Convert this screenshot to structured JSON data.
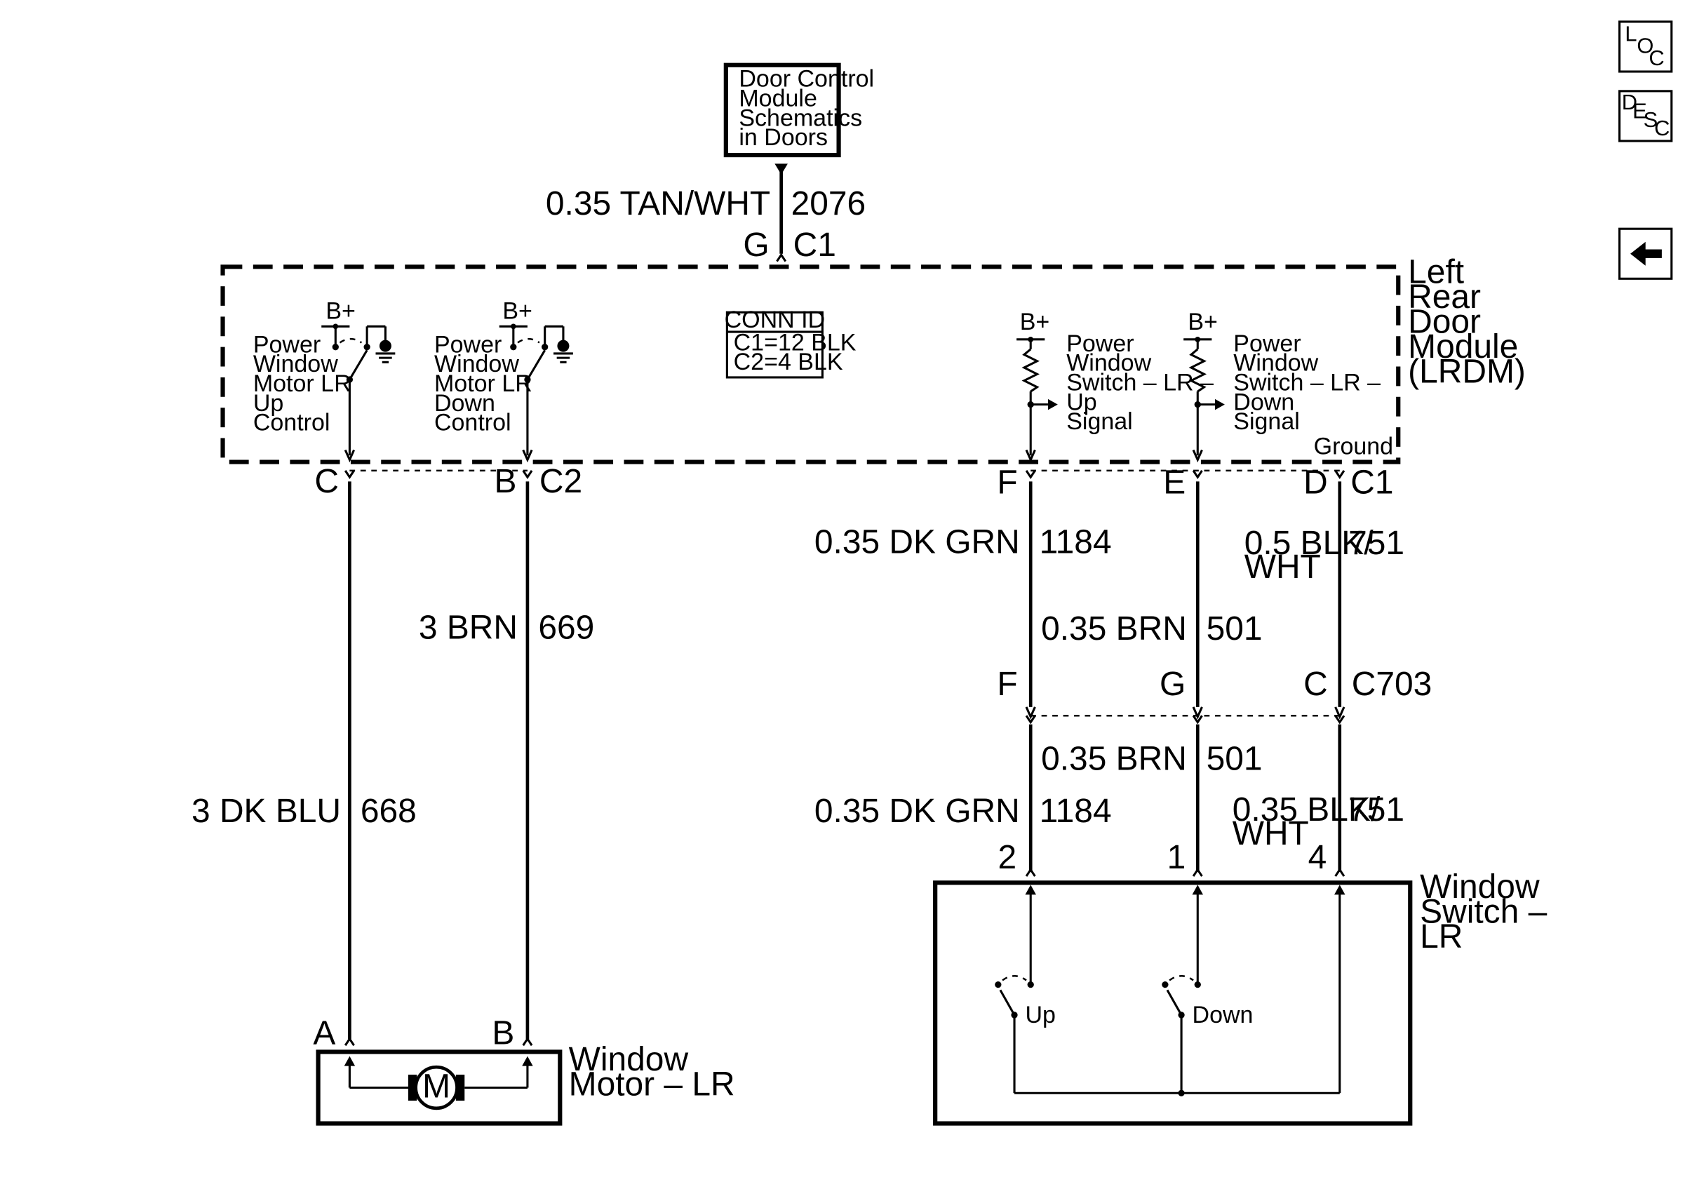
{
  "nav": {
    "loc": {
      "l1": "L",
      "l2": "O",
      "l3": "C"
    },
    "desc": {
      "l1": "D",
      "l2": "E",
      "l3": "S",
      "l4": "C"
    },
    "back_icon": "left-arrow-icon"
  },
  "dcm_box": [
    "Door Control",
    "Module",
    "Schematics",
    "in Doors"
  ],
  "top_wire": {
    "label": "0.35 TAN/WHT",
    "circuit": "2076",
    "pin": "G",
    "connector": "C1"
  },
  "lrdm": {
    "name": [
      "Left",
      "Rear",
      "Door",
      "Module",
      "(LRDM)"
    ],
    "conn_id": {
      "title": "CONN ID",
      "c1": "C1=12 BLK",
      "c2": "C2=4 BLK"
    },
    "bplus": "B+",
    "up_control": [
      "Power",
      "Window",
      "Motor LR",
      "Up",
      "Control"
    ],
    "down_control": [
      "Power",
      "Window",
      "Motor LR",
      "Down",
      "Control"
    ],
    "up_signal": [
      "Power",
      "Window",
      "Switch – LR –",
      "Up",
      "Signal"
    ],
    "down_signal": [
      "Power",
      "Window",
      "Switch – LR –",
      "Down",
      "Signal"
    ],
    "ground": "Ground"
  },
  "module_pins": {
    "c": "C",
    "b": "B",
    "c2": "C2",
    "f": "F",
    "e": "E",
    "d": "D",
    "c1": "C1"
  },
  "wires": {
    "w668": {
      "label": "3 DK BLU",
      "circuit": "668"
    },
    "w669": {
      "label": "3 BRN",
      "circuit": "669"
    },
    "w1184_top": {
      "label": "0.35 DK GRN",
      "circuit": "1184"
    },
    "w751_top": {
      "label1": "0.5 BLK/",
      "label2": "WHT",
      "circuit": "751"
    },
    "w501_top": {
      "label": "0.35 BRN",
      "circuit": "501"
    },
    "w501_bot": {
      "label": "0.35 BRN",
      "circuit": "501"
    },
    "w1184_bot": {
      "label": "0.35 DK GRN",
      "circuit": "1184"
    },
    "w751_bot": {
      "label1": "0.35 BLK/",
      "label2": "WHT",
      "circuit": "751"
    }
  },
  "c703": {
    "f": "F",
    "g": "G",
    "c": "C",
    "name": "C703"
  },
  "switch": {
    "name": [
      "Window",
      "Switch –",
      "LR"
    ],
    "pins": {
      "p2": "2",
      "p1": "1",
      "p4": "4"
    },
    "up": "Up",
    "down": "Down"
  },
  "motor": {
    "name": [
      "Window",
      "Motor – LR"
    ],
    "pins": {
      "a": "A",
      "b": "B"
    },
    "symbol": "M"
  }
}
